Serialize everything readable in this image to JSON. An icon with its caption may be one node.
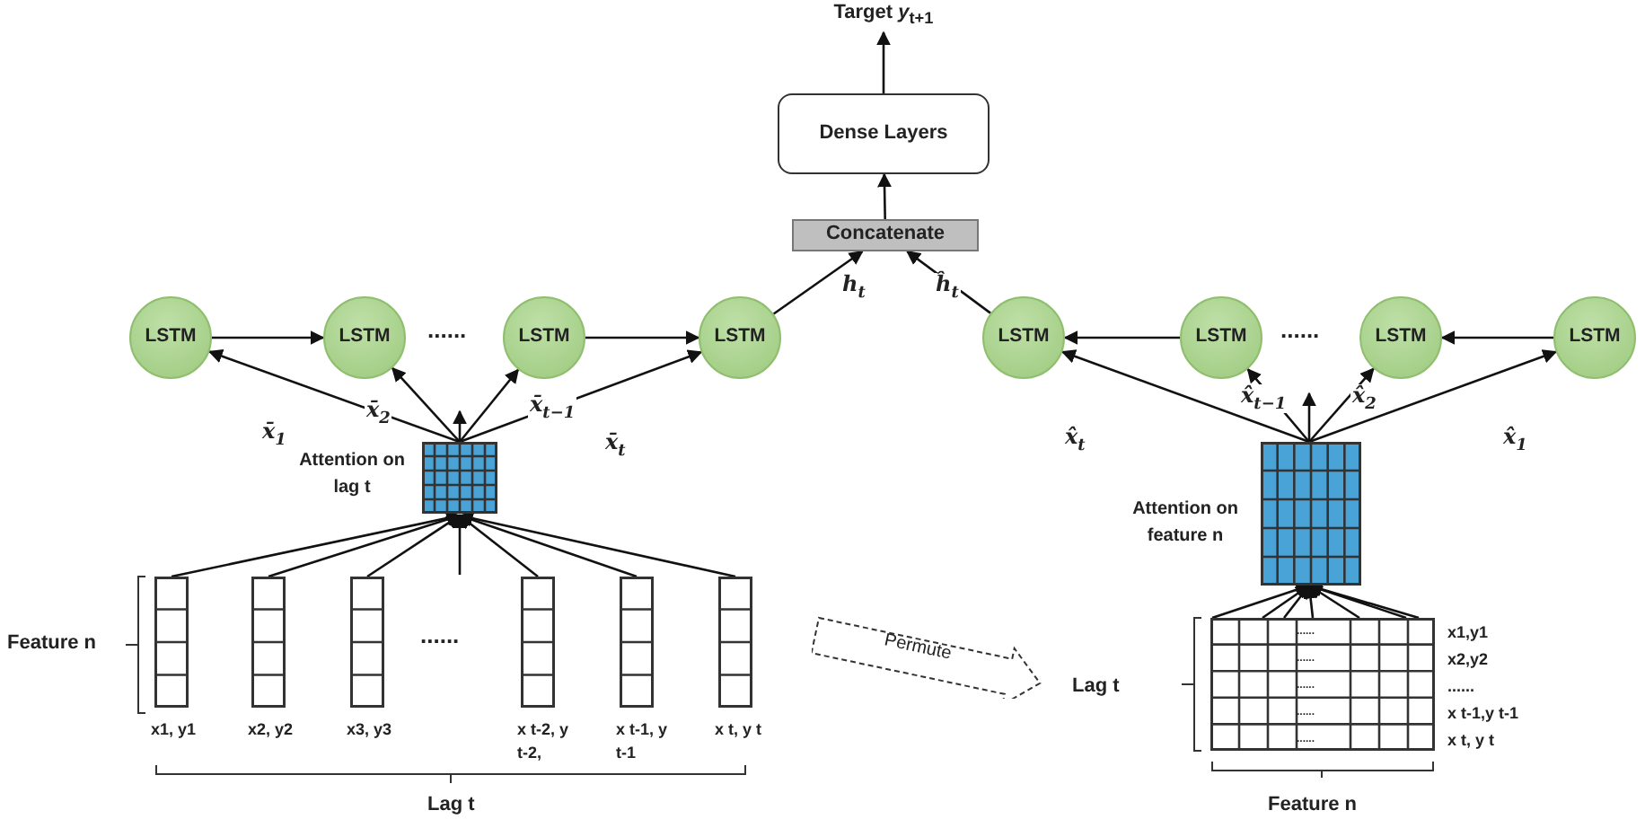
{
  "diagram": {
    "nodes": [
      {
        "text": [
          "Target *y*$_{t+1}$"
        ]
      },
      {
        "text": [
          "Dense Layers"
        ]
      },
      {
        "text": [
          "Concatenate"
        ]
      },
      {
        "text": [
          "LSTM"
        ]
      },
      {
        "text": [
          "LSTM"
        ]
      },
      {
        "text": [
          "LSTM"
        ]
      },
      {
        "text": [
          "LSTM"
        ]
      },
      {
        "text": [
          "LSTM"
        ]
      },
      {
        "text": [
          "LSTM"
        ]
      },
      {
        "text": [
          "LSTM"
        ]
      },
      {
        "text": [
          "LSTM"
        ]
      },
      {
        "text": [],
        "shape": "box",
        "beside": [
          "Attention on lag t"
        ]
      },
      {
        "text": [],
        "shape": "box",
        "beside": [
          "x1, y1"
        ]
      },
      {
        "text": [],
        "shape": "box",
        "beside": [
          "x2, y2"
        ]
      },
      {
        "text": [],
        "shape": "box",
        "beside": [
          "x3, y3"
        ]
      },
      {
        "text": [],
        "shape": "box",
        "beside": [
          "x t-2, y t-2,"
        ]
      },
      {
        "text": [],
        "shape": "box",
        "beside": [
          "x t-1, y t-1"
        ]
      },
      {
        "text": [],
        "shape": "box",
        "beside": [
          "x t, y t"
        ]
      },
      {
        "text": [],
        "shape": "box",
        "beside": [
          "Attention on feature n"
        ]
      },
      {
        "text": [],
        "shape": "box",
        "beside": [
          "x1,y1",
          "x2,y2",
          "......",
          "x t-1,y t-1",
          "x t, y t"
        ]
      },
      {
        "text": [
          "Permute"
        ]
      }
    ],
    "edges": [
      {
        "from": 1,
        "to": 0,
        "arrow": "to"
      },
      {
        "from": 2,
        "to": 1,
        "arrow": "to"
      },
      {
        "from": 6,
        "to": 2,
        "arrow": "to",
        "label": "h$_{t}$"
      },
      {
        "from": 7,
        "to": 2,
        "arrow": "to",
        "label": "ĥ$_{t}$"
      },
      {
        "from": 3,
        "to": 4,
        "arrow": "to"
      },
      {
        "from": 5,
        "to": 6,
        "arrow": "to"
      },
      {
        "from": 8,
        "to": 7,
        "arrow": "to"
      },
      {
        "from": 10,
        "to": 9,
        "arrow": "to"
      },
      {
        "from": 11,
        "to": 3,
        "arrow": "to",
        "label": "x̄$_{1}$"
      },
      {
        "from": 11,
        "to": 4,
        "arrow": "to",
        "label": "x̄$_{2}$"
      },
      {
        "from": 11,
        "to": null,
        "arrow": "to"
      },
      {
        "from": 11,
        "to": 5,
        "arrow": "to",
        "label": "x̄$_{t−1}$"
      },
      {
        "from": 11,
        "to": 6,
        "arrow": "to",
        "label": "x̄$_{t}$"
      },
      {
        "from": 12,
        "to": 11,
        "arrow": "to"
      },
      {
        "from": 13,
        "to": 11,
        "arrow": "to"
      },
      {
        "from": 14,
        "to": 11,
        "arrow": "to"
      },
      {
        "from": 15,
        "to": 11,
        "arrow": "to"
      },
      {
        "from": 16,
        "to": 11,
        "arrow": "to"
      },
      {
        "from": 17,
        "to": 11,
        "arrow": "to"
      },
      {
        "from": null,
        "to": 11,
        "arrow": "to"
      },
      {
        "from": 18,
        "to": 7,
        "arrow": "to",
        "label": "x̂$_{t}$"
      },
      {
        "from": 18,
        "to": 8,
        "arrow": "to",
        "label": "x̂$_{t−1}$"
      },
      {
        "from": 18,
        "to": null,
        "arrow": "to"
      },
      {
        "from": 18,
        "to": 9,
        "arrow": "to",
        "label": "x̂$_{2}$"
      },
      {
        "from": 18,
        "to": 10,
        "arrow": "to",
        "label": "x̂$_{1}$"
      },
      {
        "from": 19,
        "to": 18,
        "arrow": "to"
      },
      {
        "from": 19,
        "to": 18,
        "arrow": "to"
      },
      {
        "from": 19,
        "to": 18,
        "arrow": "to"
      },
      {
        "from": 19,
        "to": 18,
        "arrow": "to"
      },
      {
        "from": 19,
        "to": 18,
        "arrow": "to"
      },
      {
        "from": 19,
        "to": 18,
        "arrow": "to"
      },
      {
        "from": 19,
        "to": 18,
        "arrow": "to"
      }
    ],
    "labels": [
      "......",
      "......",
      "Feature n",
      "......",
      "Lag t",
      "Lag t",
      "......",
      "......",
      "......",
      "......",
      "......",
      "Feature n"
    ]
  }
}
